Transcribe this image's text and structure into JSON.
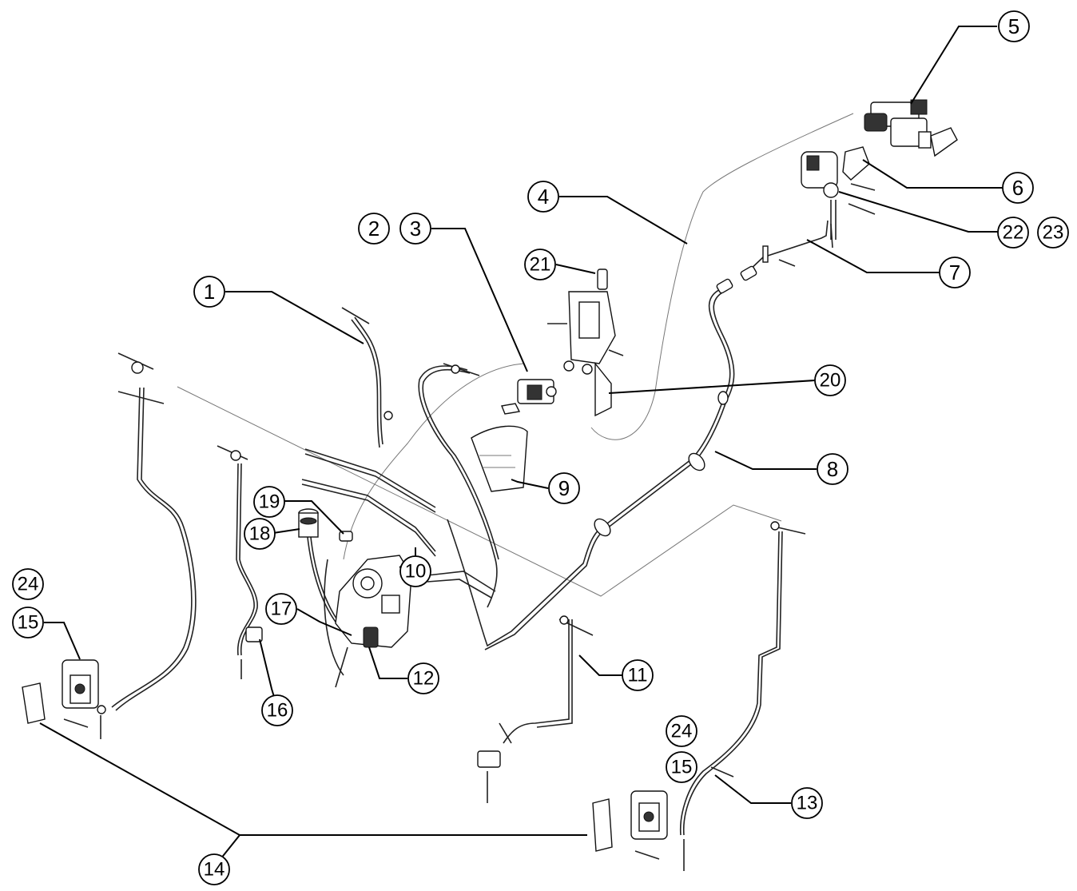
{
  "diagram": {
    "callouts": [
      {
        "id": "c1",
        "label": "1"
      },
      {
        "id": "c2",
        "label": "2"
      },
      {
        "id": "c3",
        "label": "3"
      },
      {
        "id": "c4",
        "label": "4"
      },
      {
        "id": "c5",
        "label": "5"
      },
      {
        "id": "c6",
        "label": "6"
      },
      {
        "id": "c7",
        "label": "7"
      },
      {
        "id": "c8",
        "label": "8"
      },
      {
        "id": "c9",
        "label": "9"
      },
      {
        "id": "c10",
        "label": "10"
      },
      {
        "id": "c11",
        "label": "11"
      },
      {
        "id": "c12",
        "label": "12"
      },
      {
        "id": "c13",
        "label": "13"
      },
      {
        "id": "c14",
        "label": "14"
      },
      {
        "id": "c15a",
        "label": "15"
      },
      {
        "id": "c15b",
        "label": "15"
      },
      {
        "id": "c16",
        "label": "16"
      },
      {
        "id": "c17",
        "label": "17"
      },
      {
        "id": "c18",
        "label": "18"
      },
      {
        "id": "c19",
        "label": "19"
      },
      {
        "id": "c20",
        "label": "20"
      },
      {
        "id": "c21",
        "label": "21"
      },
      {
        "id": "c22",
        "label": "22"
      },
      {
        "id": "c23",
        "label": "23"
      },
      {
        "id": "c24a",
        "label": "24"
      },
      {
        "id": "c24b",
        "label": "24"
      }
    ]
  }
}
